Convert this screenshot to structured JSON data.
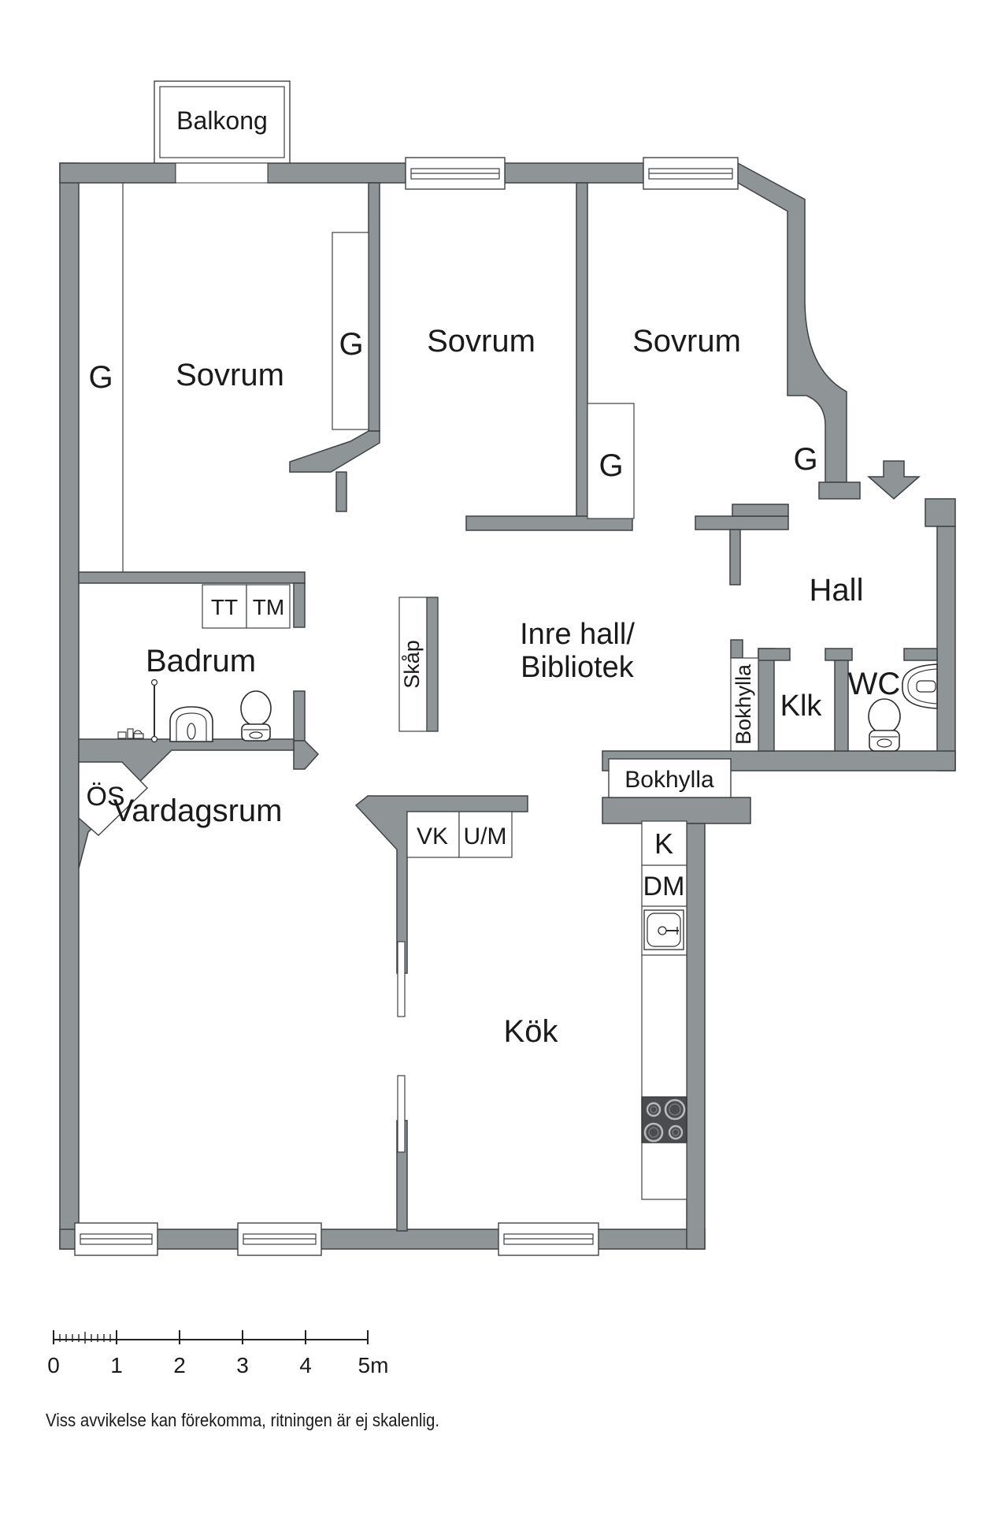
{
  "plan": {
    "balcony": "Balkong",
    "bedroom1": "Sovrum",
    "bedroom2": "Sovrum",
    "bedroom3": "Sovrum",
    "wardrobe1": "G",
    "wardrobe2": "G",
    "wardrobe3": "G",
    "wardrobe4": "G",
    "bathroom": "Badrum",
    "tt": "TT",
    "tm": "TM",
    "inner_hall_line1": "Inre hall/",
    "inner_hall_line2": "Bibliotek",
    "cabinet": "Skåp",
    "hall": "Hall",
    "wc": "WC",
    "klk": "Klk",
    "bookshelf_hall": "Bokhylla",
    "bookshelf_kitchen": "Bokhylla",
    "fireplace": "ÖS",
    "living_room": "Vardagsrum",
    "kitchen": "Kök",
    "fridge": "K",
    "dishwasher": "DM",
    "vk": "VK",
    "um": "U/M"
  },
  "icons": {
    "entrance_arrow": "arrow-down",
    "wc_toilet": "toilet-top-view",
    "wc_sink": "washbasin",
    "bath_toilet": "toilet-top-view",
    "bath_sink": "washbasin",
    "shower": "shower-rail",
    "bath_valves": "water-valves",
    "kitchen_sink": "kitchen-sink",
    "stove": "stove-4-burners",
    "windows": "window-double-line"
  },
  "scale_bar": {
    "ticks": [
      "0",
      "1",
      "2",
      "3",
      "4",
      "5m"
    ]
  },
  "disclaimer": "Viss avvikelse kan förekomma, ritningen är ej skalenlig.",
  "colors": {
    "wall": "#8F9497",
    "outline": "#3E4245",
    "text": "#1A1A1A",
    "stove": "#4A4C4F",
    "bg": "#FFFFFF"
  }
}
